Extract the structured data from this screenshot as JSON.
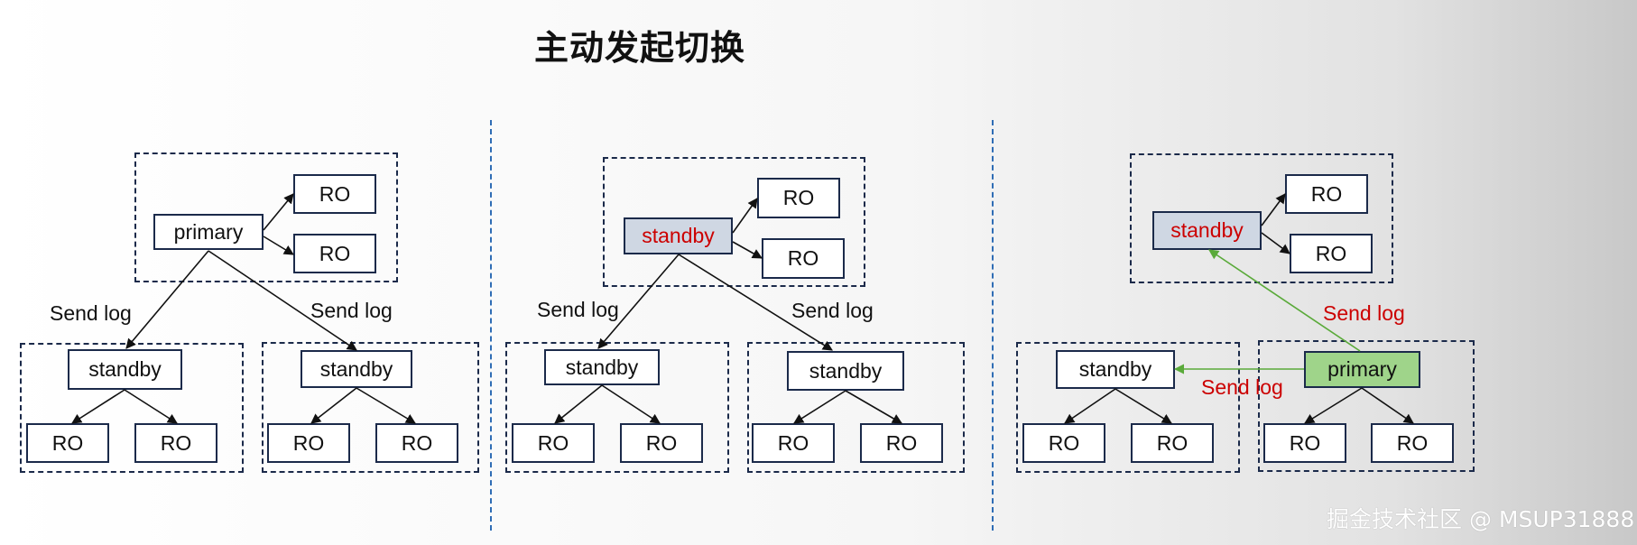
{
  "title": "主动发起切换",
  "watermark": "掘金技术社区 @ MSUP31888",
  "colors": {
    "dashed_border": "#1b2a4a",
    "divider": "#2f6db5",
    "red_text": "#cc0000",
    "green_arrow": "#5aaa3a",
    "standby_fill": "#cfd7e3",
    "primary_fill": "#9fd48a"
  },
  "panels": [
    {
      "top": {
        "main": "primary",
        "ro1": "RO",
        "ro2": "RO"
      },
      "left": {
        "main": "standby",
        "ro1": "RO",
        "ro2": "RO"
      },
      "right": {
        "main": "standby",
        "ro1": "RO",
        "ro2": "RO"
      },
      "labels": [
        "Send log",
        "Send log"
      ]
    },
    {
      "top": {
        "main": "standby",
        "ro1": "RO",
        "ro2": "RO"
      },
      "left": {
        "main": "standby",
        "ro1": "RO",
        "ro2": "RO"
      },
      "right": {
        "main": "standby",
        "ro1": "RO",
        "ro2": "RO"
      },
      "labels": [
        "Send log",
        "Send log"
      ]
    },
    {
      "top": {
        "main": "standby",
        "ro1": "RO",
        "ro2": "RO"
      },
      "left": {
        "main": "standby",
        "ro1": "RO",
        "ro2": "RO"
      },
      "right": {
        "main": "primary",
        "ro1": "RO",
        "ro2": "RO"
      },
      "labels": [
        "Send log",
        "Send log"
      ]
    }
  ]
}
